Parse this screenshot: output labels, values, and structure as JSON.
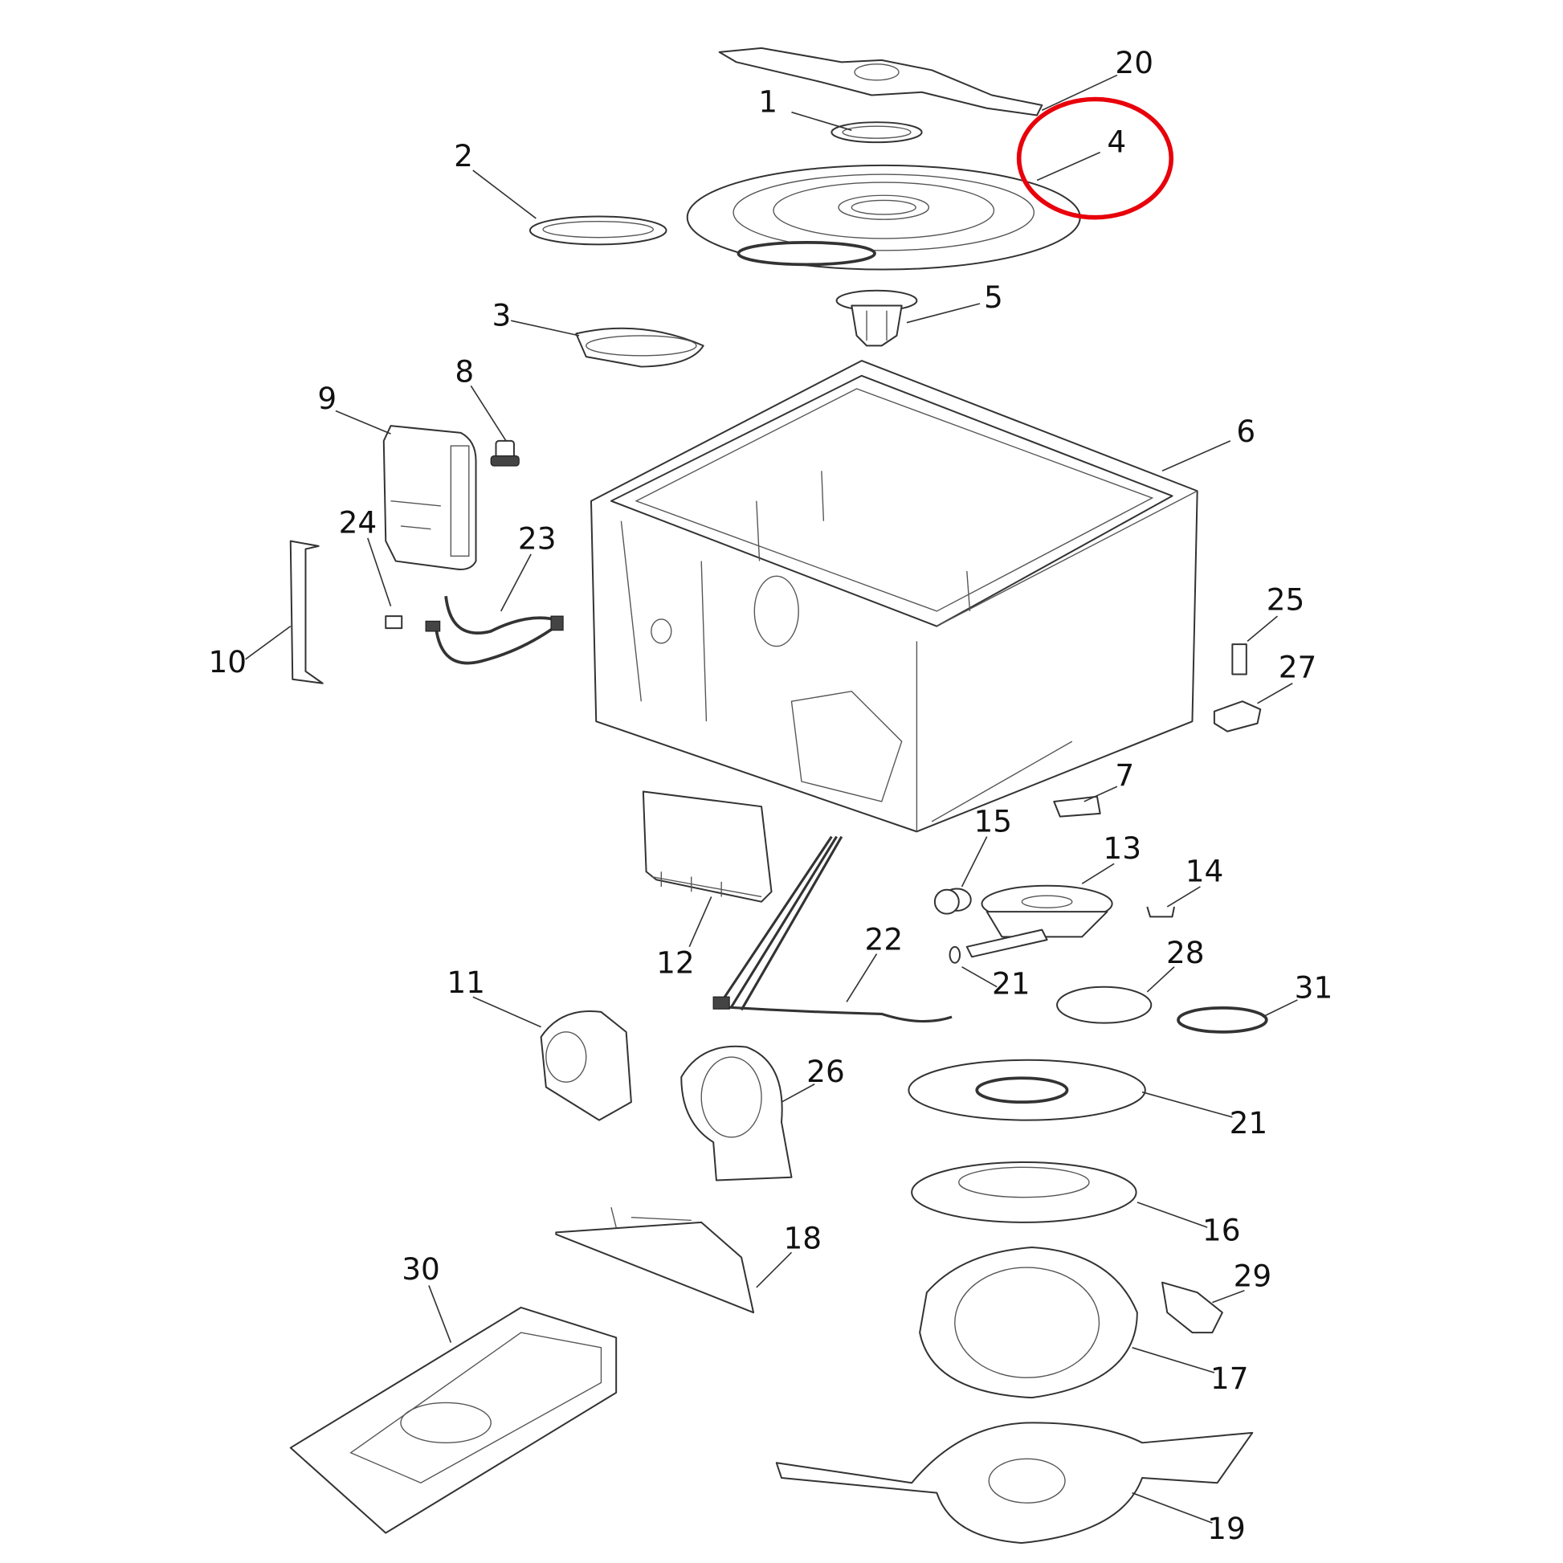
{
  "diagram": {
    "type": "exploded-parts-diagram",
    "highlight_color": "#e8000b",
    "highlighted_part": "4",
    "labels": [
      "20",
      "1",
      "4",
      "2",
      "5",
      "3",
      "8",
      "9",
      "6",
      "24",
      "23",
      "10",
      "25",
      "27",
      "7",
      "15",
      "13",
      "14",
      "22",
      "12",
      "21",
      "28",
      "31",
      "11",
      "26",
      "21",
      "16",
      "18",
      "29",
      "30",
      "17",
      "19"
    ]
  }
}
